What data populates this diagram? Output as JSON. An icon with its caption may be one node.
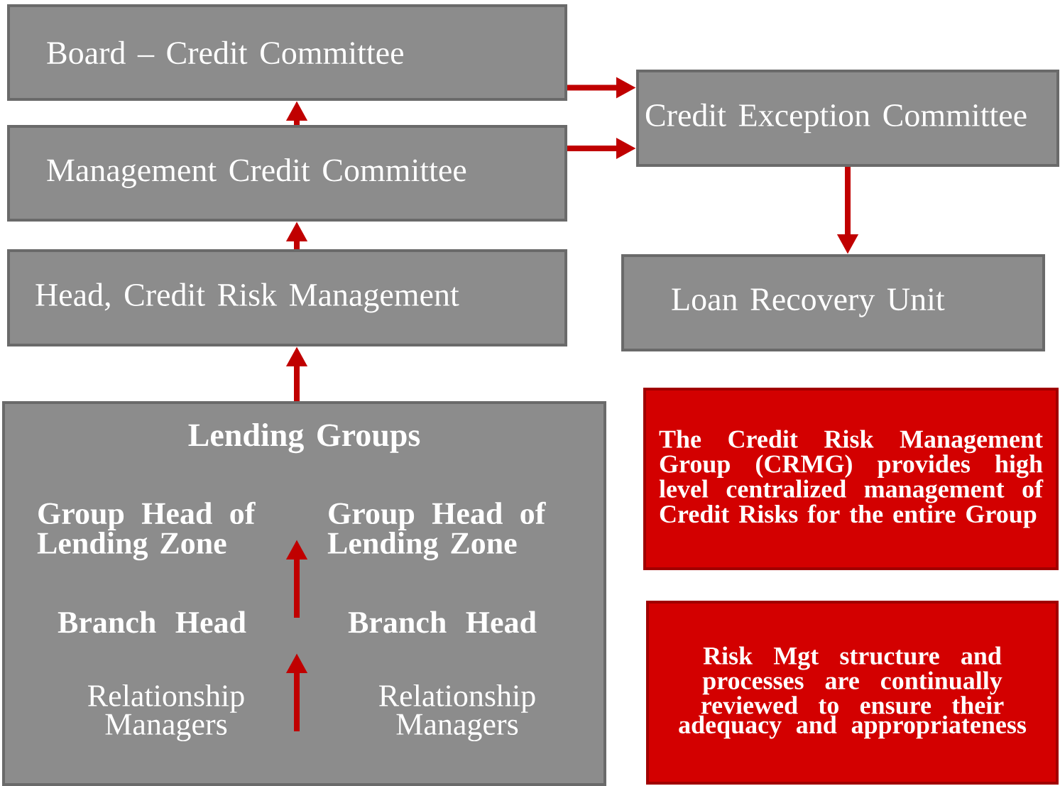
{
  "diagram": {
    "nodes": [
      {
        "text": [
          "Board – Credit Committee"
        ]
      },
      {
        "text": [
          "Credit Exception Committee"
        ]
      },
      {
        "text": [
          "Management Credit Committee"
        ]
      },
      {
        "text": [
          "Head, Credit Risk Management"
        ]
      },
      {
        "text": [
          "Loan Recovery Unit"
        ]
      },
      {
        "text": [
          "Lending Groups"
        ]
      },
      {
        "text": [
          "Group Head of Lending Zone"
        ],
        "in": 5
      },
      {
        "text": [
          "Group Head of Lending Zone"
        ],
        "in": 5
      },
      {
        "text": [
          "Branch Head"
        ],
        "in": 5
      },
      {
        "text": [
          "Branch Head"
        ],
        "in": 5
      },
      {
        "text": [
          "Relationship Managers"
        ],
        "in": 5
      },
      {
        "text": [
          "Relationship Managers"
        ],
        "in": 5
      },
      {
        "text": [
          "The Credit Risk Management Group (CRMG) provides high level centralized management of Credit Risks for the entire Group"
        ]
      },
      {
        "text": [
          "Risk Mgt structure and processes are continually reviewed to ensure their adequacy and appropriateness"
        ]
      }
    ],
    "edges": [
      {
        "from": 2,
        "to": 0,
        "arrow": "to"
      },
      {
        "from": 3,
        "to": 2,
        "arrow": "to"
      },
      {
        "from": 5,
        "to": 3,
        "arrow": "to"
      },
      {
        "from": 0,
        "to": 1,
        "arrow": "to"
      },
      {
        "from": 2,
        "to": 1,
        "arrow": "to"
      },
      {
        "from": 1,
        "to": 4,
        "arrow": "to"
      }
    ]
  }
}
